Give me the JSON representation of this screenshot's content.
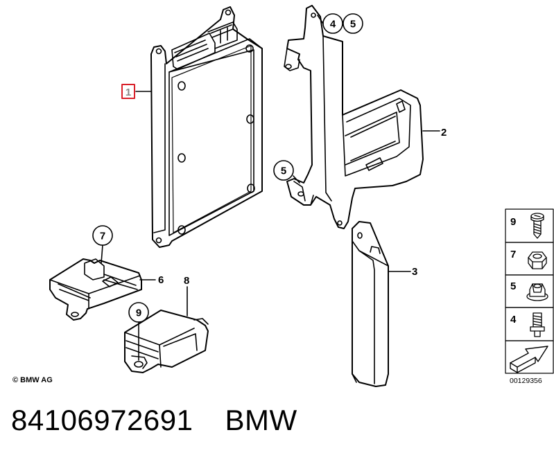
{
  "diagram": {
    "labels": {
      "p1": "1",
      "p2": "2",
      "p3": "3",
      "p4_circle": "4",
      "p5_circle_top": "5",
      "p5_circle_mid": "5",
      "p6": "6",
      "p7_circle": "7",
      "p8": "8",
      "p9_circle": "9"
    },
    "copyright": "© BMW AG",
    "diagram_number": "00129356",
    "hardware_legend": [
      {
        "number": "9",
        "icon": "screw-icon"
      },
      {
        "number": "7",
        "icon": "hex-nut-icon"
      },
      {
        "number": "5",
        "icon": "flange-nut-icon"
      },
      {
        "number": "4",
        "icon": "stud-bolt-icon"
      }
    ],
    "highlight_color": "#d9202a"
  },
  "footer": {
    "part_number": "84106972691",
    "brand": "BMW"
  }
}
